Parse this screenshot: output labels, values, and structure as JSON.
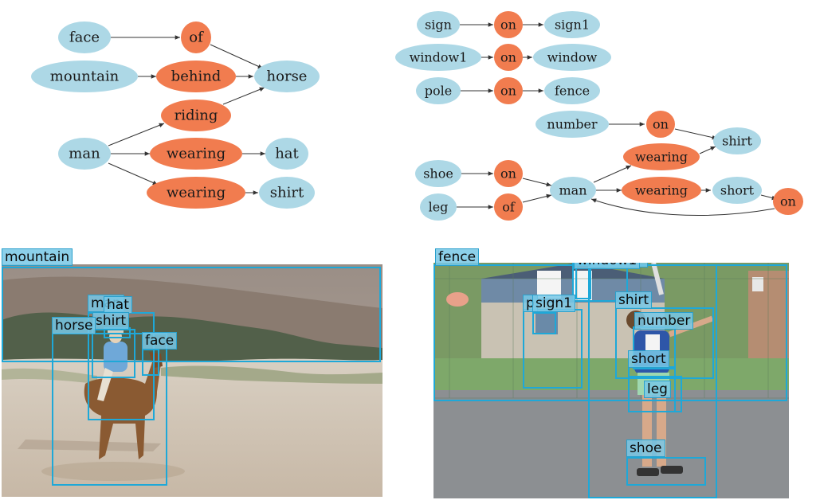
{
  "colors": {
    "object_node": "#add8e6",
    "relation_node": "#f17c4f",
    "edge": "#333333",
    "bbox": "#1ea8d8",
    "tag_bg": "#78c8e6"
  },
  "graph_left": {
    "nodes": {
      "face": "face",
      "of": "of",
      "mountain": "mountain",
      "behind": "behind",
      "horse": "horse",
      "riding": "riding",
      "man": "man",
      "wearing1": "wearing",
      "hat": "hat",
      "wearing2": "wearing",
      "shirt": "shirt"
    }
  },
  "graph_right": {
    "nodes": {
      "sign": "sign",
      "on1": "on",
      "sign1": "sign1",
      "window1": "window1",
      "on2": "on",
      "window": "window",
      "pole": "pole",
      "on3": "on",
      "fence": "fence",
      "number": "number",
      "on4": "on",
      "shirt": "shirt",
      "wearing1": "wearing",
      "shoe": "shoe",
      "on5": "on",
      "man": "man",
      "wearing2": "wearing",
      "short": "short",
      "on6": "on",
      "leg": "leg",
      "of": "of"
    }
  },
  "photo_left": {
    "labels": {
      "mountain": "mountain",
      "man": "man",
      "hat": "hat",
      "shirt": "shirt",
      "horse": "horse",
      "face": "face"
    }
  },
  "photo_right": {
    "labels": {
      "fence": "fence",
      "window": "window",
      "window1": "window1",
      "pole": "p",
      "sign1": "sign1",
      "shirt": "shirt",
      "number": "number",
      "short": "short",
      "leg": "leg",
      "shoe": "shoe"
    }
  }
}
